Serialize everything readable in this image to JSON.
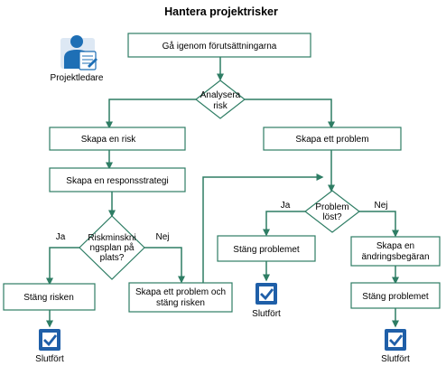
{
  "title": "Hantera projektrisker",
  "role": {
    "label": "Projektledare",
    "icon": "project-manager-icon"
  },
  "nodes": {
    "start": "Gå igenom förutsättningarna",
    "analyze_1": "Analysera",
    "analyze_2": "risk",
    "create_risk": "Skapa en risk",
    "create_problem": "Skapa ett problem",
    "response_strategy": "Skapa en responsstrategi",
    "plan_1": "Riskminskni",
    "plan_2": "ngsplan på",
    "plan_3": "plats?",
    "problem_solved_1": "Problem",
    "problem_solved_2": "löst?",
    "close_problem_1": "Stäng problemet",
    "change_request_1": "Skapa en",
    "change_request_2": "ändringsbegäran",
    "close_problem_2": "Stäng problemet",
    "close_risk": "Stäng risken",
    "create_problem_close_risk_1": "Skapa ett problem och",
    "create_problem_close_risk_2": "stäng risken"
  },
  "labels": {
    "yes": "Ja",
    "no": "Nej",
    "done": "Slutfört"
  },
  "colors": {
    "accent": "#2e7d64",
    "check_blue": "#1f5fa8",
    "person": "#1e6fb5"
  },
  "icons": [
    "project-manager-icon",
    "completed-check-icon"
  ]
}
